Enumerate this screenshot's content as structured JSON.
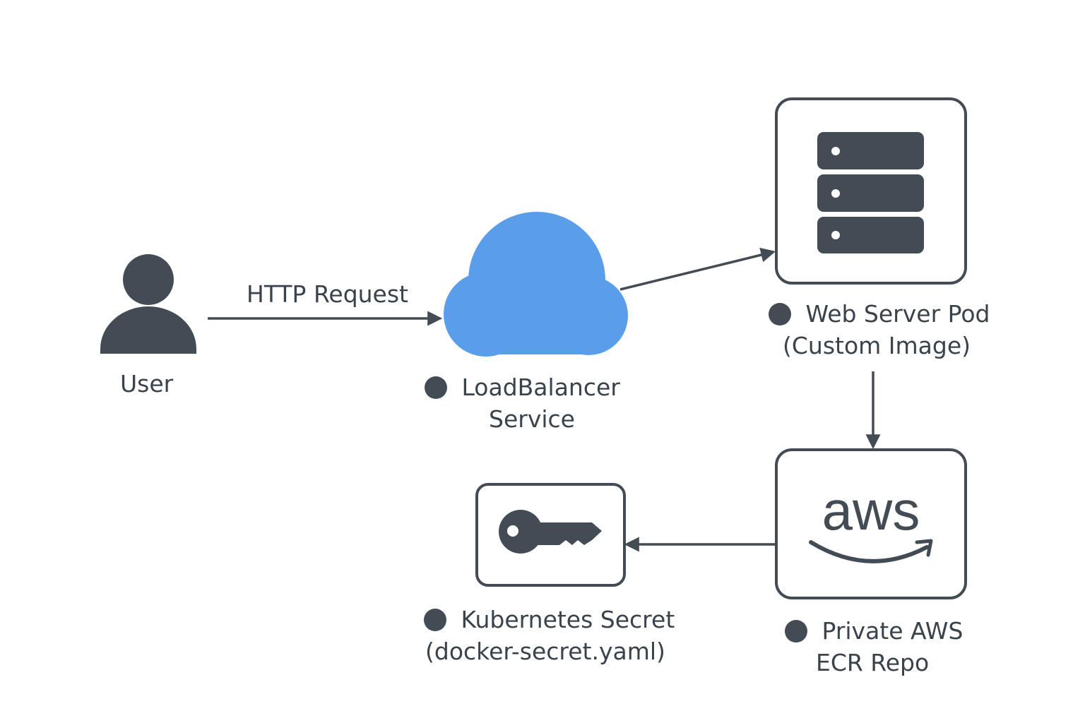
{
  "edges": {
    "http_request": "HTTP Request"
  },
  "nodes": {
    "user": {
      "label": "User",
      "icon": "user-icon"
    },
    "load_balancer": {
      "line1": "LoadBalancer",
      "line2": "Service",
      "icon": "cloud-icon"
    },
    "web_server_pod": {
      "line1": "Web Server Pod",
      "line2": "(Custom Image)",
      "icon": "server-icon"
    },
    "ecr_repo": {
      "line1": "Private AWS",
      "line2": "ECR Repo",
      "icon": "aws-logo"
    },
    "k8s_secret": {
      "line1": "Kubernetes Secret",
      "line2": "(docker-secret.yaml)",
      "icon": "key-icon"
    }
  },
  "colors": {
    "ink": "#434c54",
    "text": "#3a434b",
    "cloud": "#5a9eea",
    "background": "#ffffff"
  }
}
